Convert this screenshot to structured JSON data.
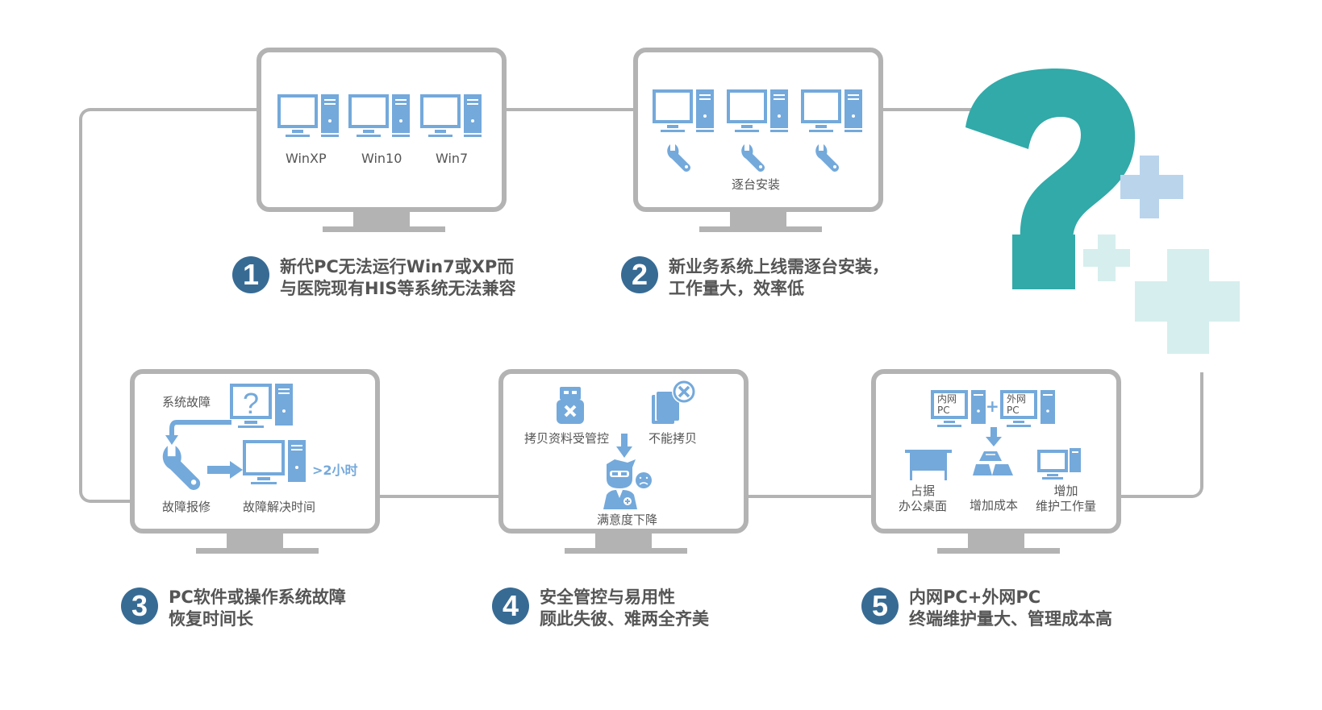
{
  "colors": {
    "frame_gray": "#b3b3b3",
    "icon_blue": "#74a9db",
    "badge_blue": "#376b94",
    "teal": "#31aaa9",
    "light_blue_cross": "#bad4ec",
    "light_teal_cross": "#d6eeee",
    "caption_text": "#555555"
  },
  "items": [
    {
      "number": "1",
      "caption_lines": [
        "新代PC无法运行Win7或XP而",
        "与医院现有HIS等系统无法兼容"
      ],
      "screen": {
        "os_labels": [
          "WinXP",
          "Win10",
          "Win7"
        ]
      }
    },
    {
      "number": "2",
      "caption_lines": [
        "新业务系统上线需逐台安装，",
        "工作量大，效率低"
      ],
      "screen": {
        "label": "逐台安装"
      }
    },
    {
      "number": "3",
      "caption_lines": [
        "PC软件或操作系统故障",
        "恢复时间长"
      ],
      "screen": {
        "fault_label": "系统故障",
        "repair_label": "故障报修",
        "resolve_label": "故障解决时间",
        "duration": ">2小时"
      }
    },
    {
      "number": "4",
      "caption_lines": [
        "安全管控与易用性",
        "顾此失彼、难两全齐美"
      ],
      "screen": {
        "usb_label": "拷贝资料受管控",
        "copy_label": "不能拷贝",
        "result_label": "满意度下降"
      }
    },
    {
      "number": "5",
      "caption_lines": [
        "内网PC+外网PC",
        "终端维护量大、管理成本高"
      ],
      "screen": {
        "intranet_pc": [
          "内网",
          "PC"
        ],
        "extranet_pc": [
          "外网",
          "PC"
        ],
        "plus": "+",
        "desk_label": [
          "占据",
          "办公桌面"
        ],
        "cost_label": "增加成本",
        "maint_label": [
          "增加",
          "维护工作量"
        ]
      }
    }
  ],
  "decoration": {
    "question_mark": "?"
  }
}
